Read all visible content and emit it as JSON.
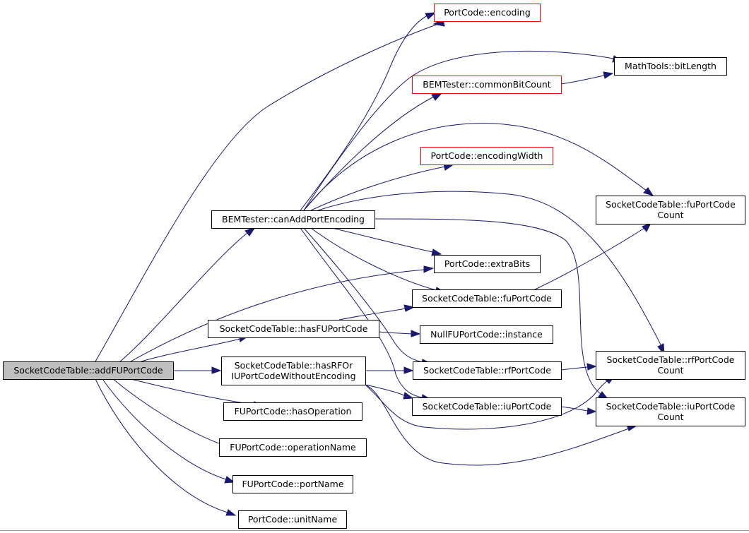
{
  "colors": {
    "edge": "#191970",
    "node_border": "#000000",
    "node_border_undocumented": "#ff0000",
    "focus_fill": "#bfbfbf",
    "node_fill": "#ffffff"
  },
  "nodes": {
    "add": {
      "lines": [
        "SocketCodeTable::addFUPortCode"
      ],
      "style": "focus"
    },
    "can": {
      "lines": [
        "BEMTester::canAddPortEncoding"
      ],
      "style": "normal"
    },
    "enc": {
      "lines": [
        "PortCode::encoding"
      ],
      "style": "red"
    },
    "bit": {
      "lines": [
        "MathTools::bitLength"
      ],
      "style": "normal"
    },
    "cbc": {
      "lines": [
        "BEMTester::commonBitCount"
      ],
      "style": "red"
    },
    "ew": {
      "lines": [
        "PortCode::encodingWidth"
      ],
      "style": "red"
    },
    "fuc": {
      "lines": [
        "SocketCodeTable::fuPortCode",
        "Count"
      ],
      "style": "normal"
    },
    "eb": {
      "lines": [
        "PortCode::extraBits"
      ],
      "style": "normal"
    },
    "fup": {
      "lines": [
        "SocketCodeTable::fuPortCode"
      ],
      "style": "normal"
    },
    "hasfu": {
      "lines": [
        "SocketCodeTable::hasFUPortCode"
      ],
      "style": "normal"
    },
    "null": {
      "lines": [
        "NullFUPortCode::instance"
      ],
      "style": "normal"
    },
    "hasrf": {
      "lines": [
        "SocketCodeTable::hasRFOr",
        "IUPortCodeWithoutEncoding"
      ],
      "style": "normal"
    },
    "rfp": {
      "lines": [
        "SocketCodeTable::rfPortCode"
      ],
      "style": "normal"
    },
    "rfc": {
      "lines": [
        "SocketCodeTable::rfPortCode",
        "Count"
      ],
      "style": "normal"
    },
    "iup": {
      "lines": [
        "SocketCodeTable::iuPortCode"
      ],
      "style": "normal"
    },
    "iuc": {
      "lines": [
        "SocketCodeTable::iuPortCode",
        "Count"
      ],
      "style": "normal"
    },
    "hasop": {
      "lines": [
        "FUPortCode::hasOperation"
      ],
      "style": "normal"
    },
    "opn": {
      "lines": [
        "FUPortCode::operationName"
      ],
      "style": "normal"
    },
    "pn": {
      "lines": [
        "FUPortCode::portName"
      ],
      "style": "normal"
    },
    "un": {
      "lines": [
        "PortCode::unitName"
      ],
      "style": "normal"
    }
  },
  "edges": [
    [
      "add",
      "enc"
    ],
    [
      "add",
      "can"
    ],
    [
      "add",
      "eb"
    ],
    [
      "add",
      "hasfu"
    ],
    [
      "add",
      "hasrf"
    ],
    [
      "add",
      "hasop"
    ],
    [
      "add",
      "opn"
    ],
    [
      "add",
      "pn"
    ],
    [
      "add",
      "un"
    ],
    [
      "can",
      "enc"
    ],
    [
      "can",
      "bit"
    ],
    [
      "can",
      "cbc"
    ],
    [
      "can",
      "ew"
    ],
    [
      "can",
      "fuc"
    ],
    [
      "can",
      "eb"
    ],
    [
      "can",
      "fup"
    ],
    [
      "can",
      "rfc"
    ],
    [
      "can",
      "rfp"
    ],
    [
      "can",
      "iup"
    ],
    [
      "can",
      "iuc"
    ],
    [
      "cbc",
      "bit"
    ],
    [
      "fup",
      "fuc"
    ],
    [
      "hasfu",
      "fup"
    ],
    [
      "hasfu",
      "null"
    ],
    [
      "hasrf",
      "rfp"
    ],
    [
      "hasrf",
      "iup"
    ],
    [
      "hasrf",
      "rfc"
    ],
    [
      "hasrf",
      "iuc"
    ],
    [
      "rfp",
      "rfc"
    ],
    [
      "iup",
      "iuc"
    ]
  ]
}
